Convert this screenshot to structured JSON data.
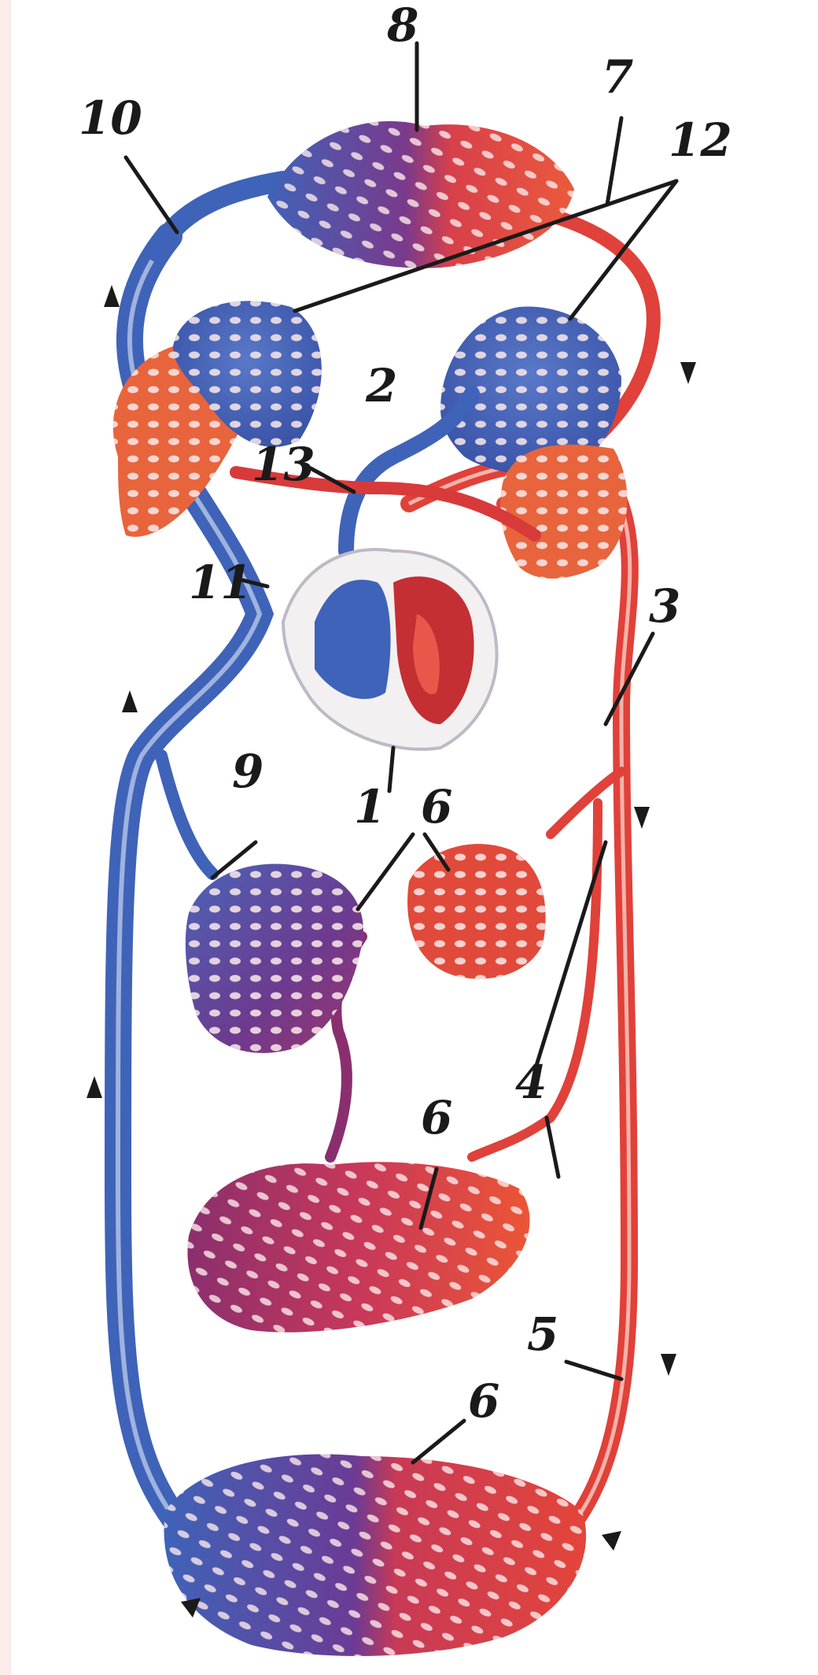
{
  "diagram": {
    "labels": {
      "l1": "1",
      "l2": "2",
      "l3": "3",
      "l4": "4",
      "l5": "5",
      "l6a": "6",
      "l6b": "6",
      "l6c": "6",
      "l7": "7",
      "l8": "8",
      "l9": "9",
      "l10": "10",
      "l11": "11",
      "l12": "12",
      "l13": "13"
    },
    "colors": {
      "venous": "#3f63b8",
      "venous_dark": "#2a3f8f",
      "arterial": "#e0413a",
      "arterial_light": "#f07a55",
      "mixed": "#8a2f6e",
      "capillary_hole": "#fbe9ea"
    }
  }
}
